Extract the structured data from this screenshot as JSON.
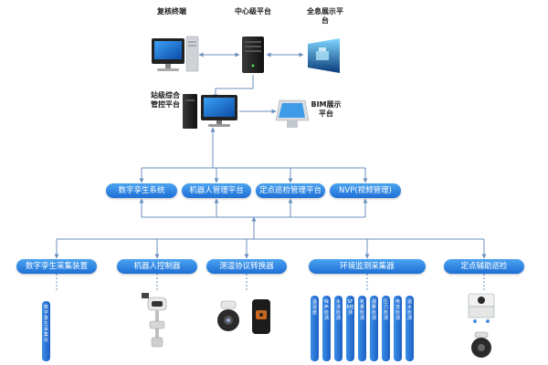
{
  "top": {
    "review_terminal": "复核终端",
    "center_platform": "中心级平台",
    "hologram_platform": "全息展示平台",
    "station_platform": "站级综合管控平台",
    "bim_platform": "BIM展示平台"
  },
  "layer2": [
    "数字孪生系统",
    "机器人管理平台",
    "定点巡检管理平台",
    "NVP(视频管理)"
  ],
  "layer3": [
    "数字孪生采集装置",
    "机器人控制器",
    "测温协议转换器",
    "环境监测采集器",
    "定点辅助巡检"
  ],
  "twin_bar": "数字孪生采集仪",
  "env_bars": [
    "温湿度",
    "噪声检测",
    "水浸检测",
    "SF6检测",
    "氧量检测",
    "烟雾检测",
    "压力检测",
    "电流检测",
    "温水检测"
  ],
  "colors": {
    "accent": "#1e6fd6",
    "line": "#7a9cc6"
  }
}
